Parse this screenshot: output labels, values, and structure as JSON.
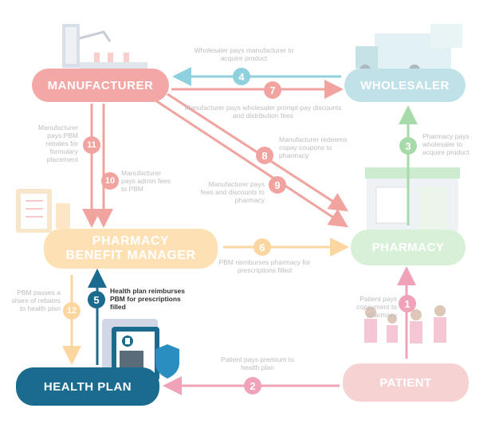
{
  "nodes": {
    "manufacturer": "MANUFACTURER",
    "wholesaler": "WHOLESALER",
    "pbm_line1": "PHARMACY",
    "pbm_line2": "BENEFIT MANAGER",
    "pharmacy": "PHARMACY",
    "health_plan": "HEALTH PLAN",
    "patient": "PATIENT"
  },
  "flows": [
    {
      "num": "1",
      "text": "Patient pays copayment to pharmacy"
    },
    {
      "num": "2",
      "text": "Patient pays premium to health plan"
    },
    {
      "num": "3",
      "text": "Pharmacy pays wholesaler to acquire product"
    },
    {
      "num": "4",
      "text": "Wholesaler pays manufacturer to acquire product"
    },
    {
      "num": "5",
      "text": "Health plan reimburses PBM for prescriptions filled"
    },
    {
      "num": "6",
      "text": "PBM reimburses pharmacy for prescriptions filled"
    },
    {
      "num": "7",
      "text": "Manufacturer pays wholesaler prompt-pay discounts and distribution fees"
    },
    {
      "num": "8",
      "text": "Manufacturer redeems copay coupons to pharmacy"
    },
    {
      "num": "9",
      "text": "Manufacturer pays fees and discounts to pharmacy"
    },
    {
      "num": "10",
      "text": "Manufacturer pays admin fees to PBM"
    },
    {
      "num": "11",
      "text": "Manufacturer pays PBM rebates for formulary placement"
    },
    {
      "num": "12",
      "text": "PBM passes a share of rebates to health plan"
    }
  ],
  "colors": {
    "manufacturer": "#f3a8a6",
    "wholesaler": "#bfe1e7",
    "pbm": "#fde1b4",
    "pharmacy": "#d9f0d8",
    "health_plan": "#1b6b8f",
    "patient": "#f6d3d2",
    "badge_red": "#f1a3a0",
    "badge_blue": "#8fd0de",
    "badge_green": "#a6dba9",
    "badge_pink": "#f0a3b8",
    "badge_orange": "#fcd6a0",
    "badge_navy": "#1b6b8f"
  },
  "icons": [
    "factory-icon",
    "truck-icon",
    "clipboard-icon",
    "storefront-icon",
    "medical-clipboard-icon",
    "shield-icon",
    "patients-icon"
  ]
}
